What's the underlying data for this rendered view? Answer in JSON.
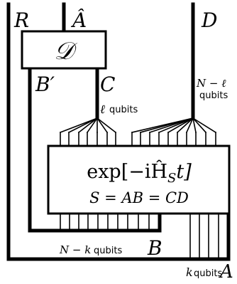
{
  "labels": {
    "R": "R",
    "A_hat": "Â",
    "D": "D",
    "D_box": "𝒟",
    "B_prime": "B′",
    "C": "C",
    "ell": "ℓ",
    "ell_qubits": "qubits",
    "N_minus_ell": "N − ℓ",
    "N_minus_ell_qubits": "qubits",
    "exp_formula": "exp[−iĤ",
    "exp_sub": "S",
    "exp_tail": "t]",
    "S_eq": "S = AB = CD",
    "N_minus_k": "N − k",
    "N_minus_k_qubits": "qubits",
    "B": "B",
    "k": "k",
    "k_qubits": "qubits",
    "A": "A"
  }
}
